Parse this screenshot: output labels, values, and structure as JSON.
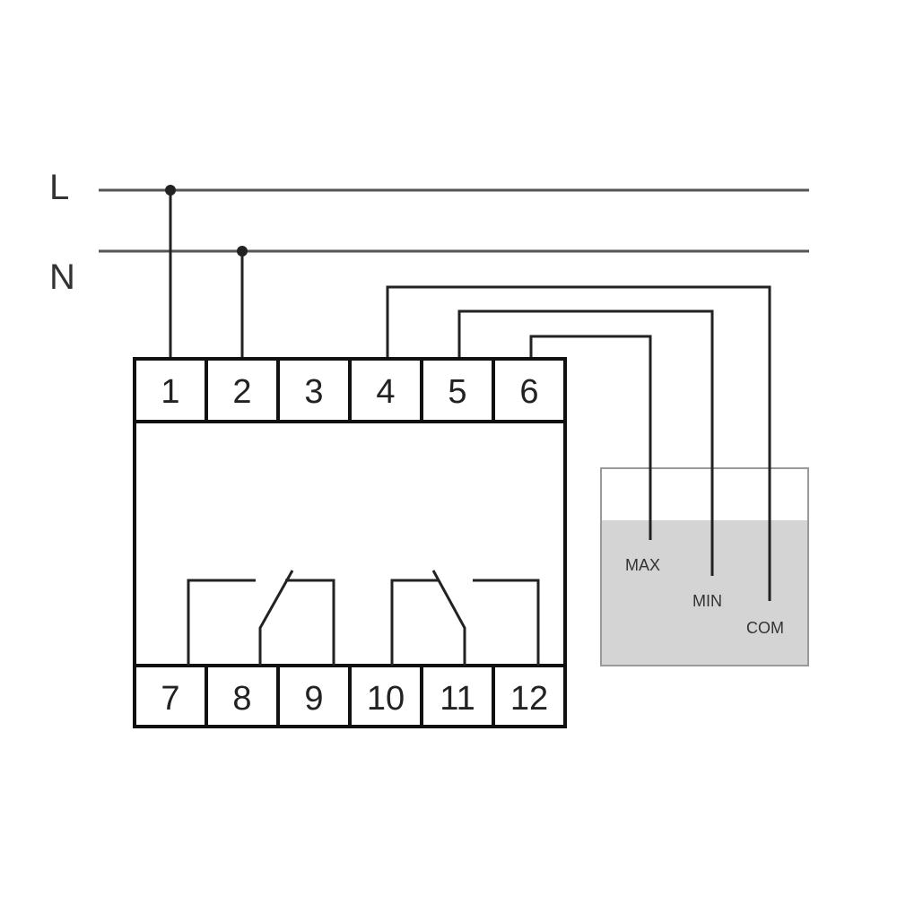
{
  "lines": {
    "live": "L",
    "neutral": "N"
  },
  "terminals_top": [
    "1",
    "2",
    "3",
    "4",
    "5",
    "6"
  ],
  "terminals_bottom": [
    "7",
    "8",
    "9",
    "10",
    "11",
    "12"
  ],
  "probes": {
    "max": "MAX",
    "min": "MIN",
    "com": "COM"
  },
  "colors": {
    "wire": "#222222",
    "rail": "#555555",
    "liquid": "#d4d4d4",
    "tank_border": "#999999"
  }
}
